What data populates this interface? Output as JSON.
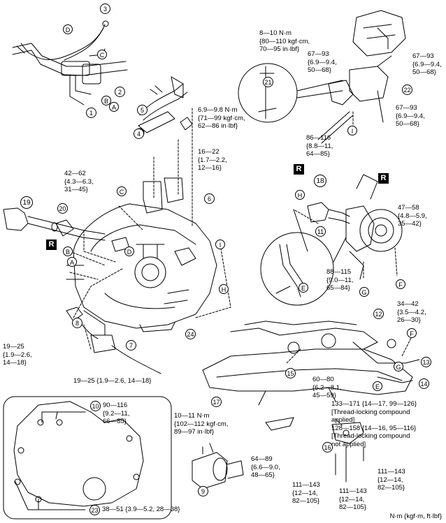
{
  "callouts": {
    "c1": "1",
    "c2": "2",
    "c3": "3",
    "c4": "4",
    "c5": "5",
    "c6": "6",
    "c7": "7",
    "c8": "8",
    "c9": "9",
    "c10": "10",
    "c11": "11",
    "c12": "12",
    "c13": "13",
    "c14": "14",
    "c15": "15",
    "c16": "16",
    "c17": "17",
    "c18": "18",
    "c19": "19",
    "c20": "20",
    "c21": "21",
    "c22": "22",
    "c23": "23",
    "c24": "24"
  },
  "letters": {
    "A": "A",
    "B": "B",
    "C": "C",
    "D": "D",
    "E": "E",
    "F": "F",
    "G": "G",
    "H": "H",
    "I": "I"
  },
  "replace_mark": "R",
  "torque": {
    "t_8_10": "8—10 N·m\n{80—110 kgf·cm,\n70—95 in·lbf}",
    "t_6_9": "6.9—9.8 N·m\n{71—99 kgf·cm,\n62—86 in·lbf}",
    "t_67_93_a": "67—93\n{6.9—9.4,\n50—68}",
    "t_67_93_b": "67—93\n{6.9—9.4,\n50—68}",
    "t_67_93_c": "67—93\n{6.9—9.4,\n50—68}",
    "t_86_116": "86—116\n{8.8—11,\n64—85}",
    "t_16_22": "16—22\n{1.7—2.2,\n12—16}",
    "t_42_62": "42—62\n{4.3—6.3,\n31—45}",
    "t_47_58": "47—58\n{4.8—5.9,\n35—42}",
    "t_88_115": "88—115\n{9.0—11,\n65—84}",
    "t_34_42": "34—42\n{3.5—4.2,\n26—30}",
    "t_19_25_a": "19—25\n{1.9—2.6,\n14—18}",
    "t_19_25_b": "19—25 {1.9—2.6, 14—18}",
    "t_60_80": "60—80\n{6.2—8.1,\n45—59}",
    "t_133_171": "133—171 {14—17, 99—126}\n[Thread-locking compound\napplied]\n128—158 {14—16, 95—116}\n[Thread-locking compound\nnot applied]",
    "t_90_116": "90—116\n{9.2—11,\n66—85}",
    "t_38_51": "38—51 {3.9—5.2, 28—38}",
    "t_10_11": "10—11 N·m\n{102—112 kgf·cm,\n89—97 in·lbf}",
    "t_64_89": "64—89\n{6.6—9.0,\n48—65}",
    "t_111_143_a": "111—143\n{12—14,\n82—105}",
    "t_111_143_b": "111—143\n{12—14,\n82—105}",
    "t_111_143_c": "111—143\n{12—14,\n82—105}"
  },
  "unit_note": "N·m {kgf·m, ft·lbf}"
}
